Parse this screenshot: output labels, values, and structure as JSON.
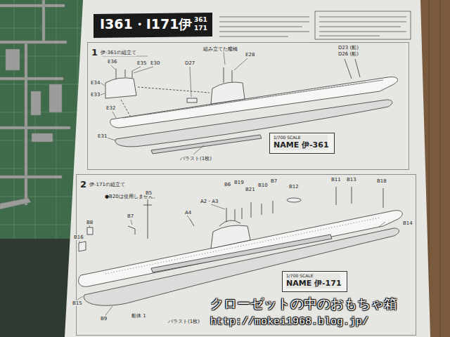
{
  "diagram": {
    "title": "I361・I171伊",
    "nodes": [
      {
        "text": [
          "1",
          "伊-361の組立て"
        ]
      },
      {
        "text": [
          "1/700 SCALE",
          "NAME 伊-361"
        ],
        "in": 0
      },
      {
        "text": [
          "2",
          "伊-171の組立て"
        ]
      },
      {
        "text": [
          "1/700 SCALE",
          "NAME 伊-171"
        ],
        "in": 2
      }
    ],
    "labels": [
      "361",
      "171",
      "組み立てた艦橋",
      "E36",
      "E35",
      "E30",
      "E34",
      "E33",
      "E32",
      "E31",
      "D27",
      "E28",
      "D23 (船)",
      "D26 (船)",
      "バラスト(1枚)",
      "●B20は使用しません。",
      "B5",
      "B7",
      "B8",
      "B16",
      "A2・A3",
      "A4",
      "B6",
      "B19",
      "B21",
      "B10",
      "B7",
      "B12",
      "B11",
      "B13",
      "B18",
      "B14",
      "B15",
      "B9",
      "船体 1",
      "バラスト(1枚)",
      "クローゼットの中のおもちゃ箱",
      "http://mokei1968.blog.jp/"
    ]
  }
}
